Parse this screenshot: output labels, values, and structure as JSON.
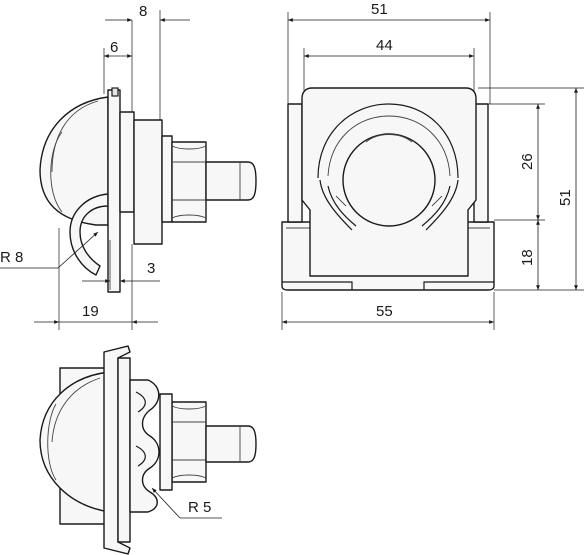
{
  "side_view": {
    "dim_top_outer": "8",
    "dim_top_inner": "6",
    "dim_radius": "R 8",
    "dim_thickness": "3",
    "dim_bottom": "19"
  },
  "front_view": {
    "dim_top_outer": "51",
    "dim_top_inner": "44",
    "dim_right_upper": "26",
    "dim_right_lower": "18",
    "dim_right_total": "51",
    "dim_bottom": "55"
  },
  "variant_view": {
    "dim_radius": "R 5"
  }
}
